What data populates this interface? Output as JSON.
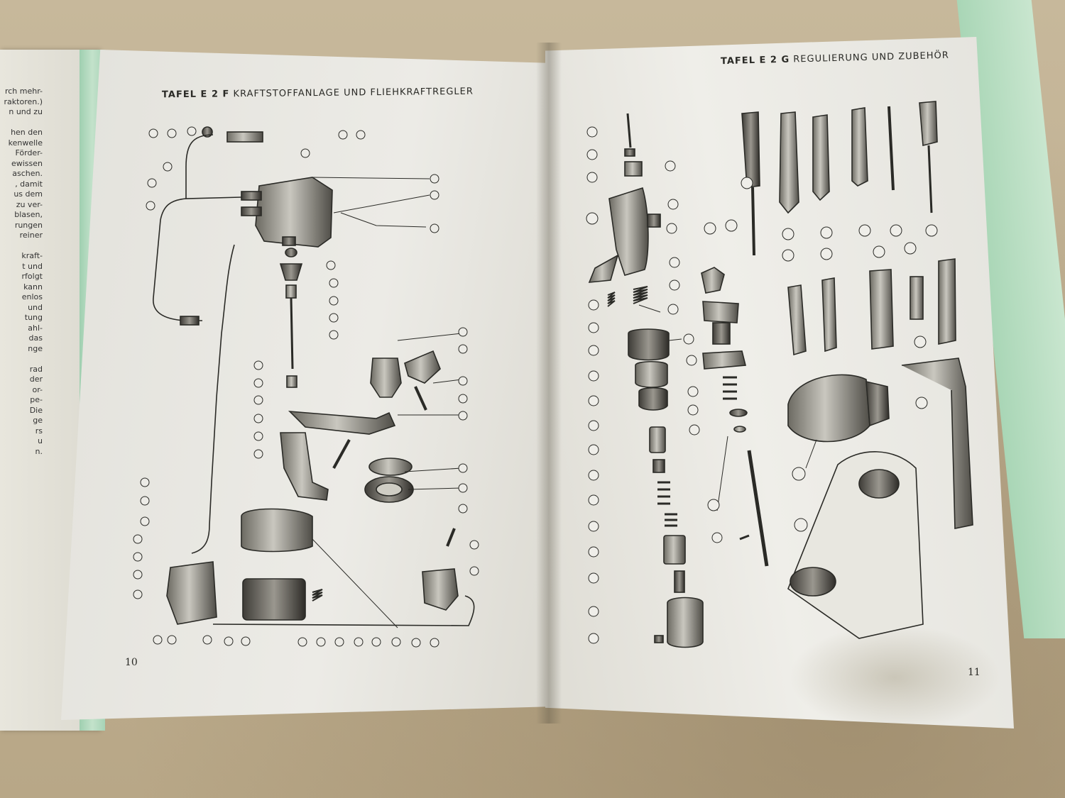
{
  "left_page": {
    "title_bold": "TAFEL E 2 F",
    "title_rest": "KRAFTSTOFFANLAGE UND FLIEHKRAFTREGLER",
    "page_number": "10"
  },
  "right_page": {
    "title_bold": "TAFEL E 2 G",
    "title_rest": "REGULIERUNG UND ZUBEHÖR",
    "page_number": "11"
  },
  "previous_page_fragments": [
    "rch mehr-",
    "raktoren.)",
    "n und zu",
    "",
    "hen den",
    "kenwelle",
    "Förder-",
    "ewissen",
    "aschen.",
    ", damit",
    "us dem",
    "zu ver-",
    "blasen,",
    "rungen",
    "reiner",
    "",
    "kraft-",
    "t und",
    "rfolgt",
    "kann",
    "enlos",
    "und",
    "tung",
    "ahl-",
    "das",
    "nge",
    "",
    "rad",
    "der",
    "or-",
    "pe-",
    "Die",
    "ge",
    "rs",
    "u",
    "n."
  ]
}
